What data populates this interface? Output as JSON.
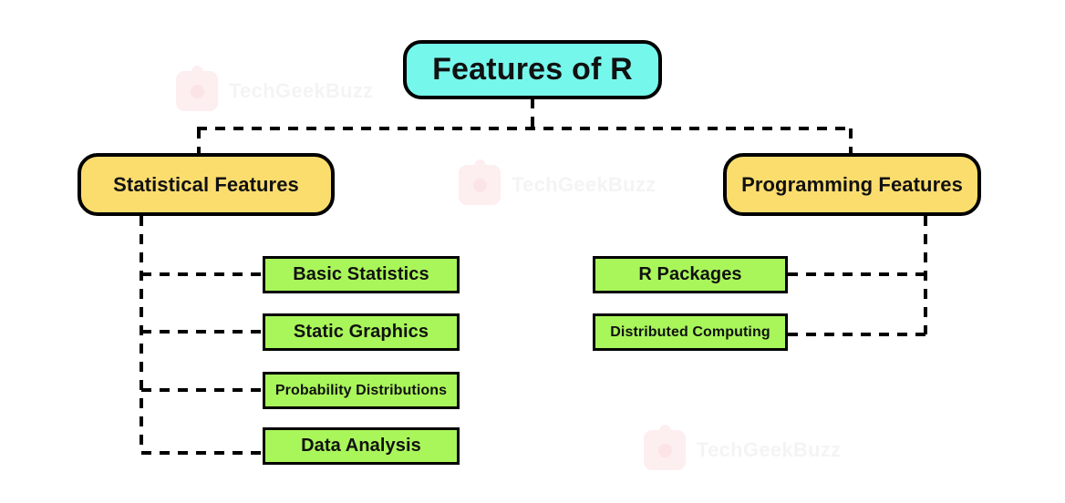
{
  "diagram": {
    "title": "Features of R",
    "type": "tree",
    "root": {
      "label": "Features of R",
      "color": "#76F7EC"
    },
    "branches": [
      {
        "label": "Statistical Features",
        "color": "#FBDD6E",
        "children": [
          {
            "label": "Basic Statistics",
            "color": "#A9F65B"
          },
          {
            "label": "Static Graphics",
            "color": "#A9F65B"
          },
          {
            "label": "Probability Distributions",
            "color": "#A9F65B"
          },
          {
            "label": "Data Analysis",
            "color": "#A9F65B"
          }
        ]
      },
      {
        "label": "Programming Features",
        "color": "#FBDD6E",
        "children": [
          {
            "label": "R Packages",
            "color": "#A9F65B"
          },
          {
            "label": "Distributed Computing",
            "color": "#A9F65B"
          }
        ]
      }
    ],
    "connector_style": "dashed",
    "connector_color": "#000000"
  },
  "watermarks": [
    {
      "text": "TechGeekBuzz"
    },
    {
      "text": "TechGeekBuzz"
    },
    {
      "text": "TechGeekBuzz"
    }
  ]
}
